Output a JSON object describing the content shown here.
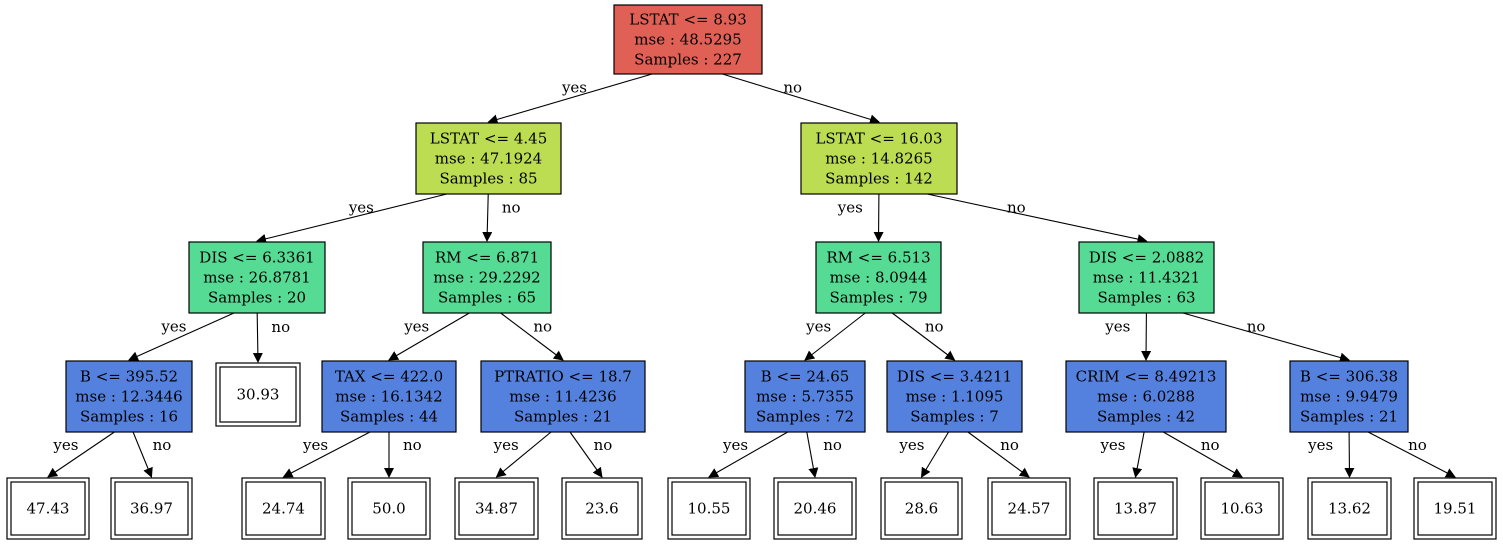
{
  "colors": {
    "root": "#e06055",
    "level1": "#bcdc52",
    "level2": "#55db93",
    "level3": "#5581de",
    "leaf": "#ffffff",
    "stroke": "#000000"
  },
  "nodes": [
    {
      "id": "n0",
      "kind": "split",
      "color": "root",
      "lines": [
        "LSTAT <= 8.93",
        "mse : 48.5295",
        "Samples : 227"
      ]
    },
    {
      "id": "n1",
      "kind": "split",
      "color": "level1",
      "lines": [
        "LSTAT <= 4.45",
        "mse : 47.1924",
        "Samples : 85"
      ]
    },
    {
      "id": "n2",
      "kind": "split",
      "color": "level1",
      "lines": [
        "LSTAT <= 16.03",
        "mse : 14.8265",
        "Samples : 142"
      ]
    },
    {
      "id": "n3",
      "kind": "split",
      "color": "level2",
      "lines": [
        "DIS <= 6.3361",
        "mse : 26.8781",
        "Samples : 20"
      ]
    },
    {
      "id": "n4",
      "kind": "split",
      "color": "level2",
      "lines": [
        "RM <= 6.871",
        "mse : 29.2292",
        "Samples : 65"
      ]
    },
    {
      "id": "n5",
      "kind": "split",
      "color": "level2",
      "lines": [
        "RM <= 6.513",
        "mse : 8.0944",
        "Samples : 79"
      ]
    },
    {
      "id": "n6",
      "kind": "split",
      "color": "level2",
      "lines": [
        "DIS <= 2.0882",
        "mse : 11.4321",
        "Samples : 63"
      ]
    },
    {
      "id": "n7",
      "kind": "split",
      "color": "level3",
      "lines": [
        "B <= 395.52",
        "mse : 12.3446",
        "Samples : 16"
      ]
    },
    {
      "id": "n8",
      "kind": "leaf",
      "color": "leaf",
      "lines": [
        "30.93"
      ]
    },
    {
      "id": "n9",
      "kind": "split",
      "color": "level3",
      "lines": [
        "TAX <= 422.0",
        "mse : 16.1342",
        "Samples : 44"
      ]
    },
    {
      "id": "n10",
      "kind": "split",
      "color": "level3",
      "lines": [
        "PTRATIO <= 18.7",
        "mse : 11.4236",
        "Samples : 21"
      ]
    },
    {
      "id": "n11",
      "kind": "split",
      "color": "level3",
      "lines": [
        "B <= 24.65",
        "mse : 5.7355",
        "Samples : 72"
      ]
    },
    {
      "id": "n12",
      "kind": "split",
      "color": "level3",
      "lines": [
        "DIS <= 3.4211",
        "mse : 1.1095",
        "Samples : 7"
      ]
    },
    {
      "id": "n13",
      "kind": "split",
      "color": "level3",
      "lines": [
        "CRIM <= 8.49213",
        "mse : 6.0288",
        "Samples : 42"
      ]
    },
    {
      "id": "n14",
      "kind": "split",
      "color": "level3",
      "lines": [
        "B <= 306.38",
        "mse : 9.9479",
        "Samples : 21"
      ]
    },
    {
      "id": "n15",
      "kind": "leaf",
      "color": "leaf",
      "lines": [
        "47.43"
      ]
    },
    {
      "id": "n16",
      "kind": "leaf",
      "color": "leaf",
      "lines": [
        "36.97"
      ]
    },
    {
      "id": "n17",
      "kind": "leaf",
      "color": "leaf",
      "lines": [
        "24.74"
      ]
    },
    {
      "id": "n18",
      "kind": "leaf",
      "color": "leaf",
      "lines": [
        "50.0"
      ]
    },
    {
      "id": "n19",
      "kind": "leaf",
      "color": "leaf",
      "lines": [
        "34.87"
      ]
    },
    {
      "id": "n20",
      "kind": "leaf",
      "color": "leaf",
      "lines": [
        "23.6"
      ]
    },
    {
      "id": "n21",
      "kind": "leaf",
      "color": "leaf",
      "lines": [
        "10.55"
      ]
    },
    {
      "id": "n22",
      "kind": "leaf",
      "color": "leaf",
      "lines": [
        "20.46"
      ]
    },
    {
      "id": "n23",
      "kind": "leaf",
      "color": "leaf",
      "lines": [
        "28.6"
      ]
    },
    {
      "id": "n24",
      "kind": "leaf",
      "color": "leaf",
      "lines": [
        "24.57"
      ]
    },
    {
      "id": "n25",
      "kind": "leaf",
      "color": "leaf",
      "lines": [
        "13.87"
      ]
    },
    {
      "id": "n26",
      "kind": "leaf",
      "color": "leaf",
      "lines": [
        "10.63"
      ]
    },
    {
      "id": "n27",
      "kind": "leaf",
      "color": "leaf",
      "lines": [
        "13.62"
      ]
    },
    {
      "id": "n28",
      "kind": "leaf",
      "color": "leaf",
      "lines": [
        "19.51"
      ]
    }
  ],
  "edges": [
    {
      "from": "n0",
      "to": "n1",
      "label": "yes"
    },
    {
      "from": "n0",
      "to": "n2",
      "label": "no"
    },
    {
      "from": "n1",
      "to": "n3",
      "label": "yes"
    },
    {
      "from": "n1",
      "to": "n4",
      "label": "no"
    },
    {
      "from": "n2",
      "to": "n5",
      "label": "yes"
    },
    {
      "from": "n2",
      "to": "n6",
      "label": "no"
    },
    {
      "from": "n3",
      "to": "n7",
      "label": "yes"
    },
    {
      "from": "n3",
      "to": "n8",
      "label": "no"
    },
    {
      "from": "n4",
      "to": "n9",
      "label": "yes"
    },
    {
      "from": "n4",
      "to": "n10",
      "label": "no"
    },
    {
      "from": "n5",
      "to": "n11",
      "label": "yes"
    },
    {
      "from": "n5",
      "to": "n12",
      "label": "no"
    },
    {
      "from": "n6",
      "to": "n13",
      "label": "yes"
    },
    {
      "from": "n6",
      "to": "n14",
      "label": "no"
    },
    {
      "from": "n7",
      "to": "n15",
      "label": "yes"
    },
    {
      "from": "n7",
      "to": "n16",
      "label": "no"
    },
    {
      "from": "n9",
      "to": "n17",
      "label": "yes"
    },
    {
      "from": "n9",
      "to": "n18",
      "label": "no"
    },
    {
      "from": "n10",
      "to": "n19",
      "label": "yes"
    },
    {
      "from": "n10",
      "to": "n20",
      "label": "no"
    },
    {
      "from": "n11",
      "to": "n21",
      "label": "yes"
    },
    {
      "from": "n11",
      "to": "n22",
      "label": "no"
    },
    {
      "from": "n12",
      "to": "n23",
      "label": "yes"
    },
    {
      "from": "n12",
      "to": "n24",
      "label": "no"
    },
    {
      "from": "n13",
      "to": "n25",
      "label": "yes"
    },
    {
      "from": "n13",
      "to": "n26",
      "label": "no"
    },
    {
      "from": "n14",
      "to": "n27",
      "label": "yes"
    },
    {
      "from": "n14",
      "to": "n28",
      "label": "no"
    }
  ]
}
